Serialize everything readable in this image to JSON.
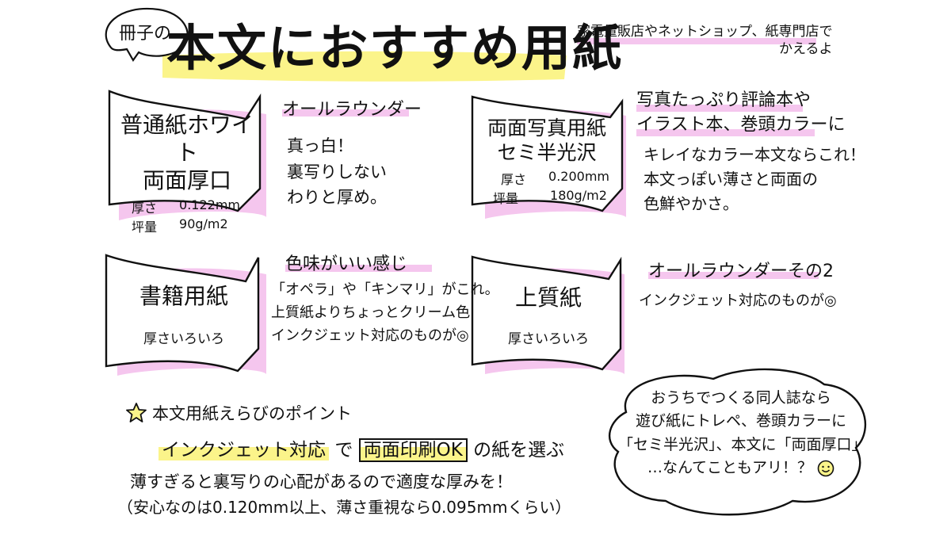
{
  "title": {
    "bubble": "冊子の",
    "main": "本文におすすめ用紙",
    "note_line1": "家電量販店やネットショップ、紙専門店で",
    "note_line2": "かえるよ"
  },
  "papers": [
    {
      "name_line1": "普通紙ホワイト",
      "name_line2": "両面厚口",
      "thickness_label": "厚さ",
      "thickness_value": "0.122mm",
      "weight_label": "坪量",
      "weight_value": "90g/m2",
      "tag": "オールラウンダー",
      "desc": [
        "真っ白！",
        "裏写りしない",
        "わりと厚め。"
      ]
    },
    {
      "name_line1": "両面写真用紙",
      "name_line2": "セミ半光沢",
      "thickness_label": "厚さ",
      "thickness_value": "0.200mm",
      "weight_label": "坪量",
      "weight_value": "180g/m2",
      "tag_line1": "写真たっぷり評論本や",
      "tag_line2": "イラスト本、巻頭カラーに",
      "desc": [
        "キレイなカラー本文ならこれ！",
        "本文っぽい薄さと両面の",
        "色鮮やかさ。"
      ]
    },
    {
      "name": "書籍用紙",
      "sub": "厚さいろいろ",
      "tag": "色味がいい感じ",
      "desc": [
        "「オペラ」や「キンマリ」がこれ。",
        "上質紙よりちょっとクリーム色",
        "インクジェット対応のものが◎"
      ]
    },
    {
      "name": "上質紙",
      "sub": "厚さいろいろ",
      "tag": "オールラウンダーその2",
      "desc": [
        "インクジェット対応のものが◎"
      ]
    }
  ],
  "point": {
    "heading": "本文用紙えらびのポイント",
    "hl1": "インクジェット対応",
    "mid": "で",
    "hl2": "両面印刷OK",
    "end": "の紙を選ぶ",
    "line2": "薄すぎると裏写りの心配があるので適度な厚みを！",
    "line3": "（安心なのは0.120mm以上、薄さ重視なら0.095mmくらい）"
  },
  "bubble": {
    "line1": "おうちでつくる同人誌なら",
    "line2": "遊び紙にトレペ、巻頭カラーに",
    "line3": "「セミ半光沢」、本文に「両面厚口」",
    "line4": "…なんてこともアリ！？"
  },
  "colors": {
    "pink": "#f5c6ee",
    "yellow": "#fbf48a"
  },
  "icons": {
    "star": "star-icon",
    "smile": "smiley-icon"
  }
}
